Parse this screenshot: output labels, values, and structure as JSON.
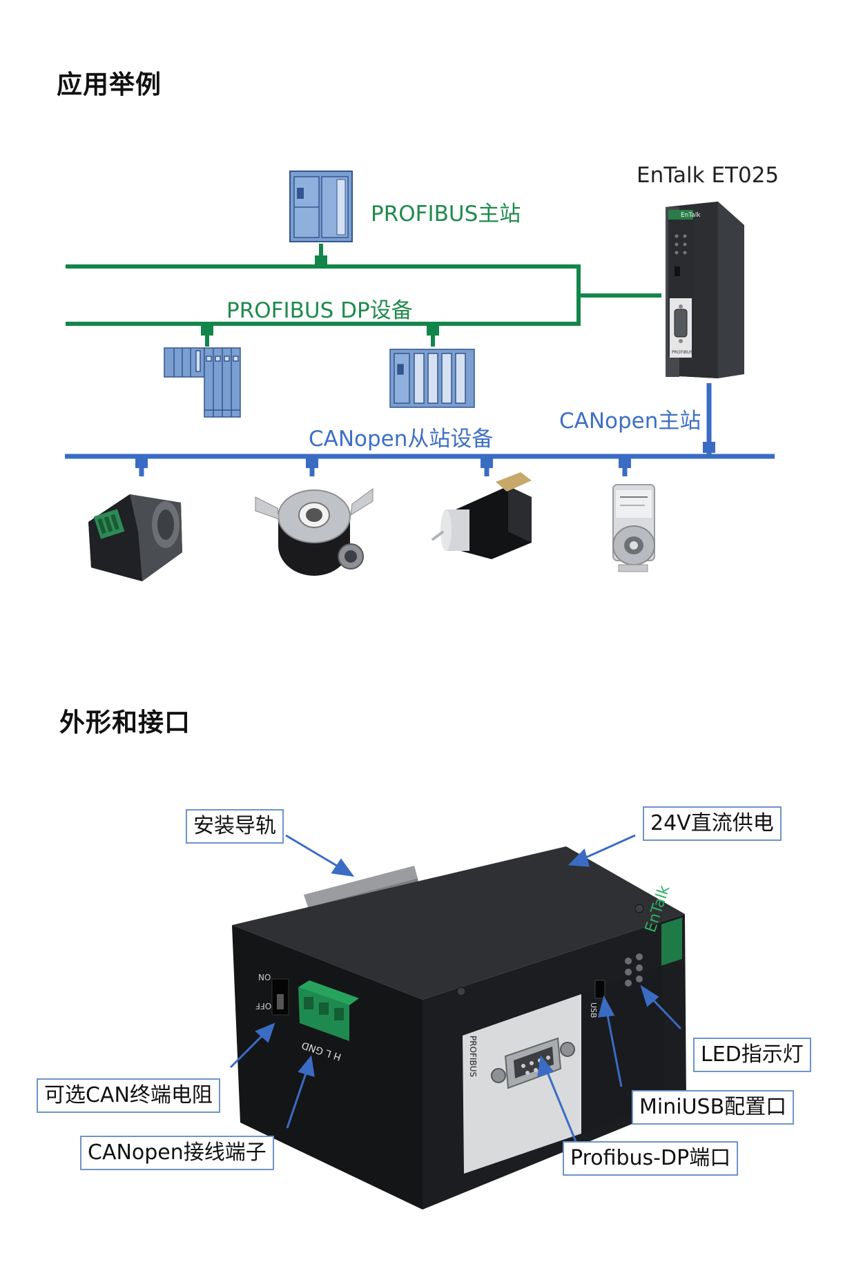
{
  "section1": {
    "title": "应用举例"
  },
  "diagram": {
    "device_name": "EnTalk ET025",
    "profibus_master": "PROFIBUS主站",
    "profibus_dp_devices": "PROFIBUS DP设备",
    "canopen_master": "CANopen主站",
    "canopen_slave_devices": "CANopen从站设备",
    "device_logo": "EnTalk",
    "device_port_label": "PROFIBUS",
    "colors": {
      "profibus_bus": "#12864a",
      "canopen_bus": "#3a6cc4",
      "plc": "#7a9fd0"
    },
    "icons": [
      "plc-master-icon",
      "plc-modules-icon",
      "plc-rack-icon",
      "stepper-motor-icon",
      "hollow-encoder-icon",
      "servo-motor-icon",
      "absolute-encoder-icon",
      "gateway-device-icon"
    ]
  },
  "section2": {
    "title": "外形和接口",
    "device_logo": "EnTalk",
    "profibus_port_label": "PROFIBUS",
    "usb_label": "USB",
    "switch_on": "ON",
    "switch_off": "OFF",
    "terminal_label": "H L GND",
    "callouts": {
      "din_rail": "安装导轨",
      "power": "24V直流供电",
      "led": "LED指示灯",
      "usb": "MiniUSB配置口",
      "profibus": "Profibus-DP端口",
      "termination": "可选CAN终端电阻",
      "canopen_terminal": "CANopen接线端子"
    }
  }
}
